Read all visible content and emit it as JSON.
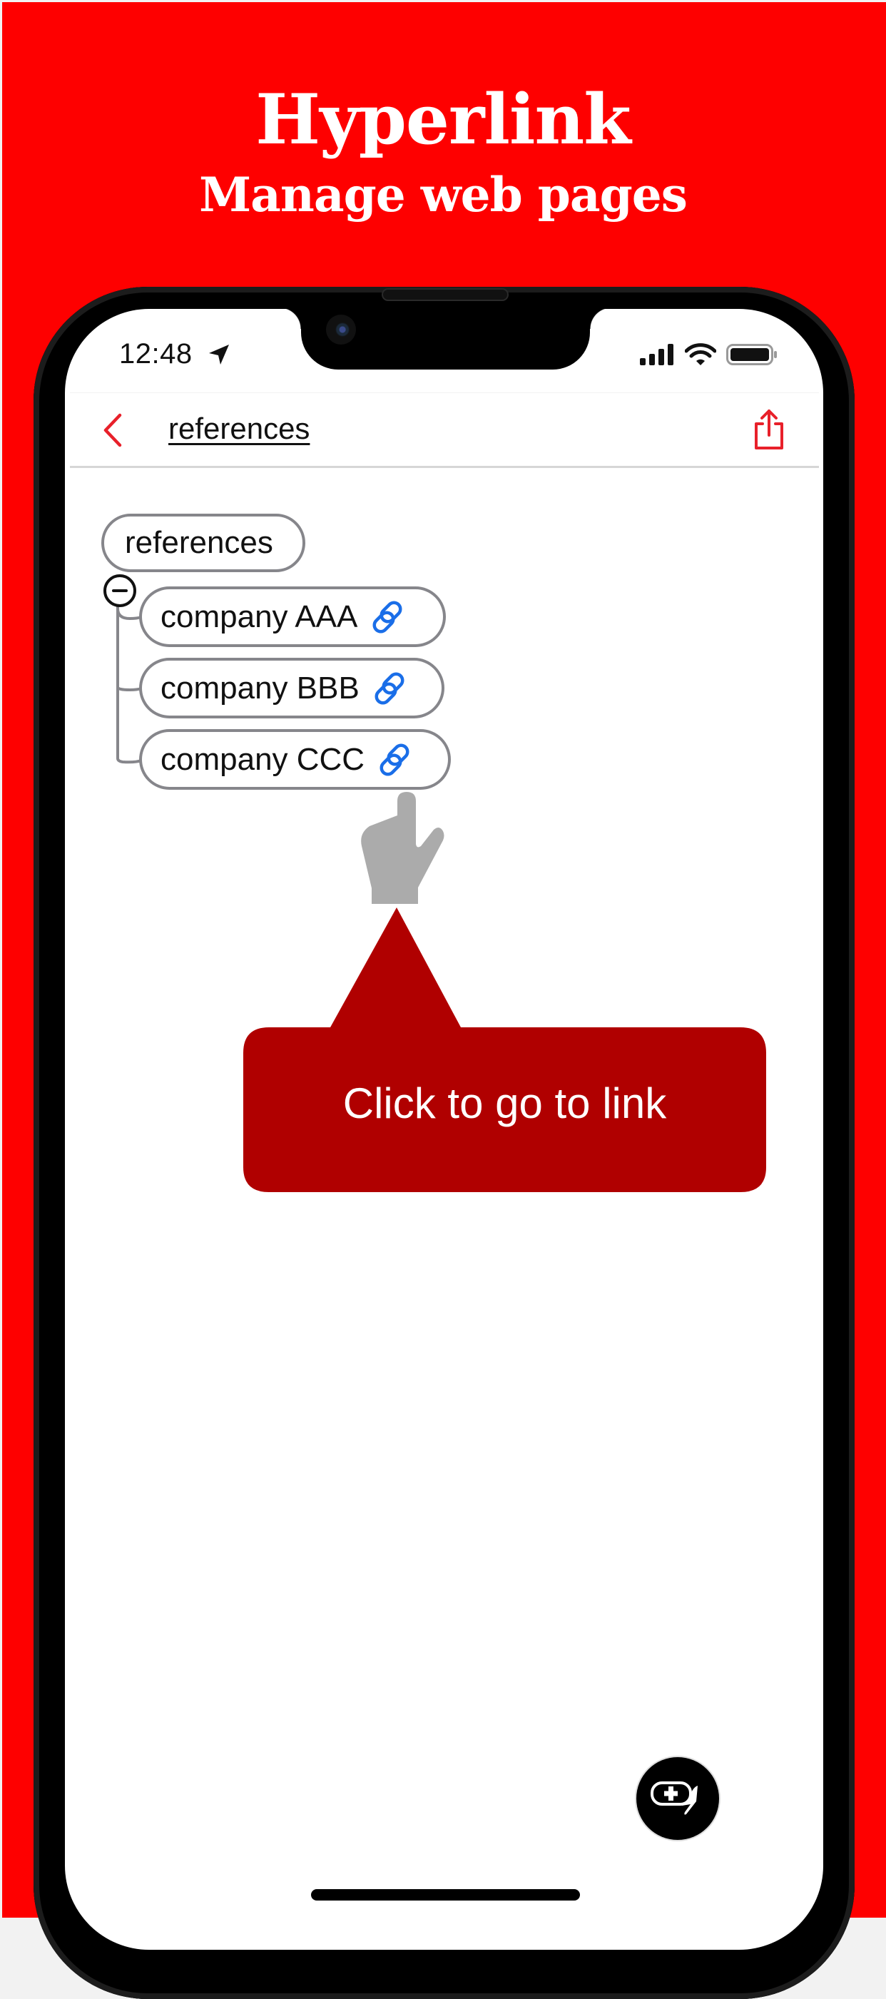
{
  "promo": {
    "title": "Hyperlink",
    "subtitle": "Manage web pages",
    "background_color": "#fe0000"
  },
  "status_bar": {
    "time": "12:48",
    "icons": [
      "location-arrow-icon",
      "cellular-signal-icon",
      "wifi-icon",
      "battery-icon"
    ]
  },
  "nav": {
    "back_icon": "chevron-left-icon",
    "title": "references",
    "share_icon": "share-icon",
    "accent_color": "#e8202a"
  },
  "mindmap": {
    "root": {
      "label": "references"
    },
    "collapse_icon": "minus-circle-icon",
    "children": [
      {
        "label": "company AAA",
        "icon": "link-icon"
      },
      {
        "label": "company BBB",
        "icon": "link-icon"
      },
      {
        "label": "company CCC",
        "icon": "link-icon"
      }
    ],
    "link_color": "#1a6ee8",
    "border_color": "#86868b"
  },
  "annotation": {
    "pointer_icon": "pointing-hand-icon",
    "callout_text": "Click to go to link",
    "callout_color": "#b00000"
  },
  "fab": {
    "icon": "add-node-hand-icon"
  }
}
